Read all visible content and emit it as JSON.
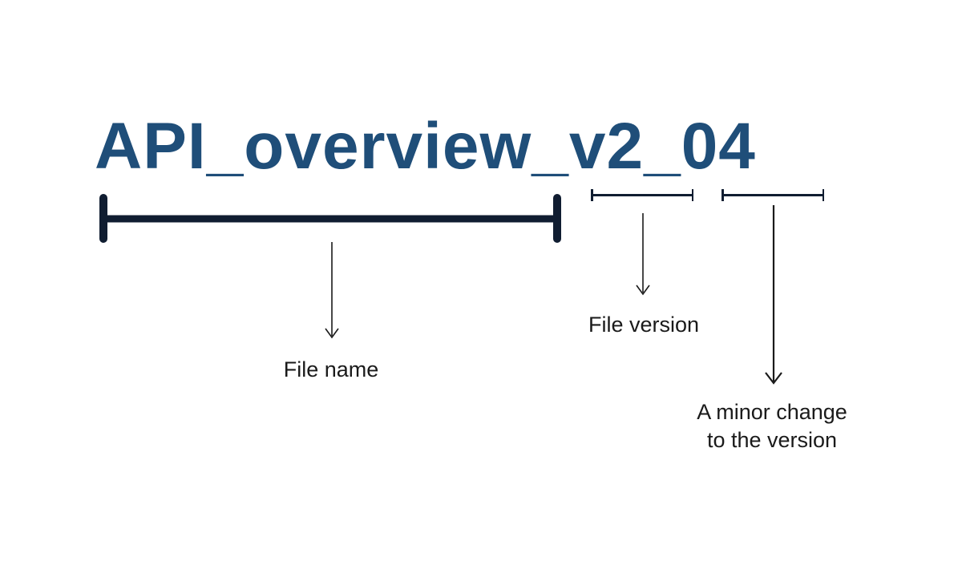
{
  "title": {
    "text": "API_overview_v2_04"
  },
  "annotations": {
    "file_name": {
      "label": "File name"
    },
    "file_version": {
      "label": "File version"
    },
    "minor_change": {
      "line1": "A minor change",
      "line2": "to the version"
    }
  },
  "colors": {
    "title_text": "#1f4e79",
    "bracket_lines": "#101d31",
    "label_text": "#1a1a1a",
    "background": "#ffffff"
  }
}
